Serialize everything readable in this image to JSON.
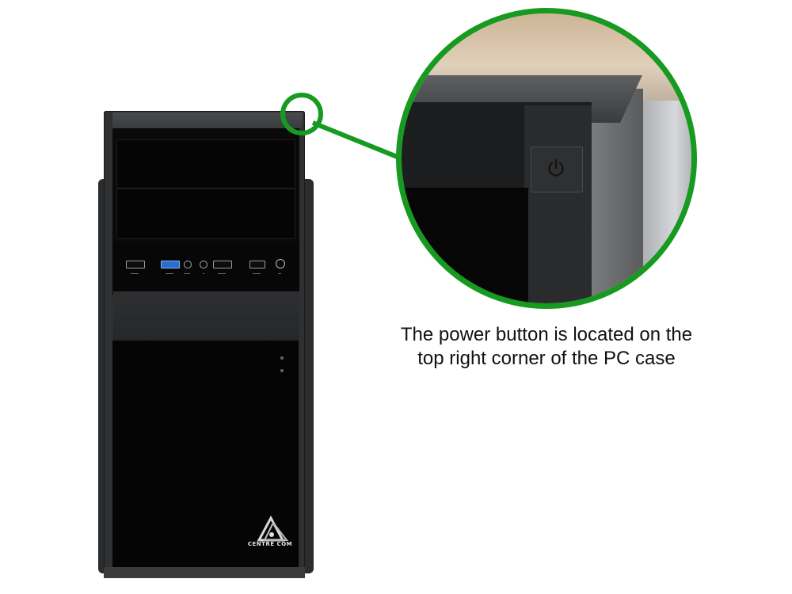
{
  "caption": {
    "line1": "The power button is located on the",
    "line2": "top right corner of the PC case"
  },
  "case": {
    "brand_logo_text": "CENTRE COM",
    "front_ports": [
      {
        "type": "usb",
        "label_icon": "usb-icon"
      },
      {
        "type": "usb3",
        "label_icon": "usb-icon"
      },
      {
        "type": "audio-jack",
        "label_icon": "headphone-icon"
      },
      {
        "type": "audio-jack",
        "label_icon": "microphone-icon"
      },
      {
        "type": "usb",
        "label_icon": "usb-icon"
      },
      {
        "type": "usb",
        "label_icon": "usb-icon"
      },
      {
        "type": "power-button",
        "label_icon": "power-icon"
      }
    ]
  },
  "callout": {
    "highlight_color": "#169a1f",
    "zoom_subject": "power-icon"
  }
}
